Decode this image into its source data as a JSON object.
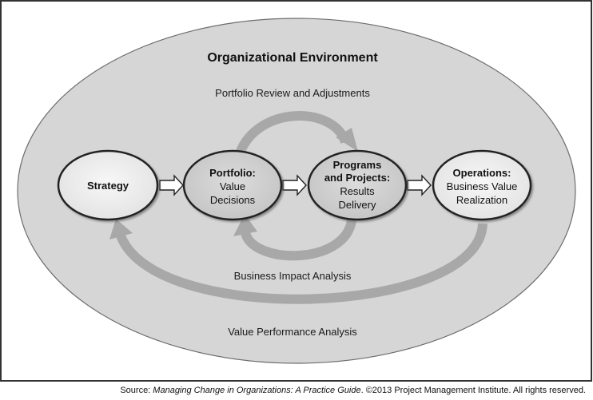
{
  "diagram": {
    "title": "Organizational Environment",
    "nodes": [
      {
        "title": "Strategy",
        "lines": []
      },
      {
        "title": "Portfolio:",
        "lines": [
          "Value",
          "Decisions"
        ]
      },
      {
        "title": "Programs",
        "title2": "and Projects:",
        "lines": [
          "Results",
          "Delivery"
        ]
      },
      {
        "title": "Operations:",
        "lines": [
          "Business Value",
          "Realization"
        ]
      }
    ],
    "loops": {
      "top": "Portfolio Review and Adjustments",
      "middle": "Business Impact Analysis",
      "bottom": "Value Performance Analysis"
    }
  },
  "footer": {
    "prefix": "Source: ",
    "book": "Managing Change in Organizations: A Practice Guide",
    "suffix": ". ©2013 Project Management Institute. All rights reserved."
  },
  "colors": {
    "environment_fill": "#d6d6d6",
    "node_fill_dark": "#cfcfcf",
    "node_fill_light": "#f0f0f0",
    "arrow_gray": "#a8a8a8"
  }
}
